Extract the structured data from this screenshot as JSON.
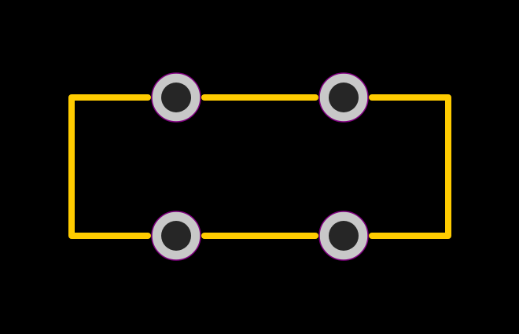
{
  "diagram": {
    "kind": "pcb-trace-loop",
    "colors": {
      "background": "#000000",
      "trace": "#FFCC00",
      "pad_ring": "#C8C8C8",
      "pad_ring_outline": "#800080",
      "pad_hole": "#262626"
    },
    "pads": [
      {
        "id": "pad-top-left",
        "row": "top",
        "col": "left"
      },
      {
        "id": "pad-top-right",
        "row": "top",
        "col": "right"
      },
      {
        "id": "pad-bottom-left",
        "row": "bottom",
        "col": "left"
      },
      {
        "id": "pad-bottom-right",
        "row": "bottom",
        "col": "right"
      }
    ],
    "traces": [
      {
        "id": "trace-top-middle",
        "from": "pad-top-left",
        "to": "pad-top-right"
      },
      {
        "id": "trace-bottom-middle",
        "from": "pad-bottom-left",
        "to": "pad-bottom-right"
      },
      {
        "id": "trace-left-loop",
        "from": "pad-top-left",
        "to": "pad-bottom-left"
      },
      {
        "id": "trace-right-loop",
        "from": "pad-top-right",
        "to": "pad-bottom-right"
      }
    ]
  }
}
